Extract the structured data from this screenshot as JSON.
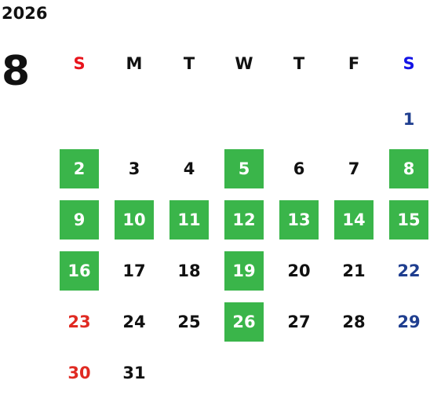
{
  "calendar": {
    "year": "2026",
    "month": "8",
    "weekday_labels": [
      "S",
      "M",
      "T",
      "W",
      "T",
      "F",
      "S"
    ],
    "weekday_colors": [
      "#e8141c",
      "#111111",
      "#111111",
      "#111111",
      "#111111",
      "#111111",
      "#1414e6"
    ],
    "colors": {
      "highlight_bg": "#3ab54a",
      "highlight_text": "#ffffff",
      "sunday": "#e02a22",
      "saturday": "#1f3e8f",
      "weekday": "#111111"
    },
    "weeks": [
      [
        "",
        "",
        "",
        "",
        "",
        "",
        "1"
      ],
      [
        "2",
        "3",
        "4",
        "5",
        "6",
        "7",
        "8"
      ],
      [
        "9",
        "10",
        "11",
        "12",
        "13",
        "14",
        "15"
      ],
      [
        "16",
        "17",
        "18",
        "19",
        "20",
        "21",
        "22"
      ],
      [
        "23",
        "24",
        "25",
        "26",
        "27",
        "28",
        "29"
      ],
      [
        "30",
        "31",
        "",
        "",
        "",
        "",
        ""
      ]
    ],
    "highlighted_days": [
      "2",
      "5",
      "8",
      "9",
      "10",
      "11",
      "12",
      "13",
      "14",
      "15",
      "16",
      "19",
      "26"
    ]
  }
}
